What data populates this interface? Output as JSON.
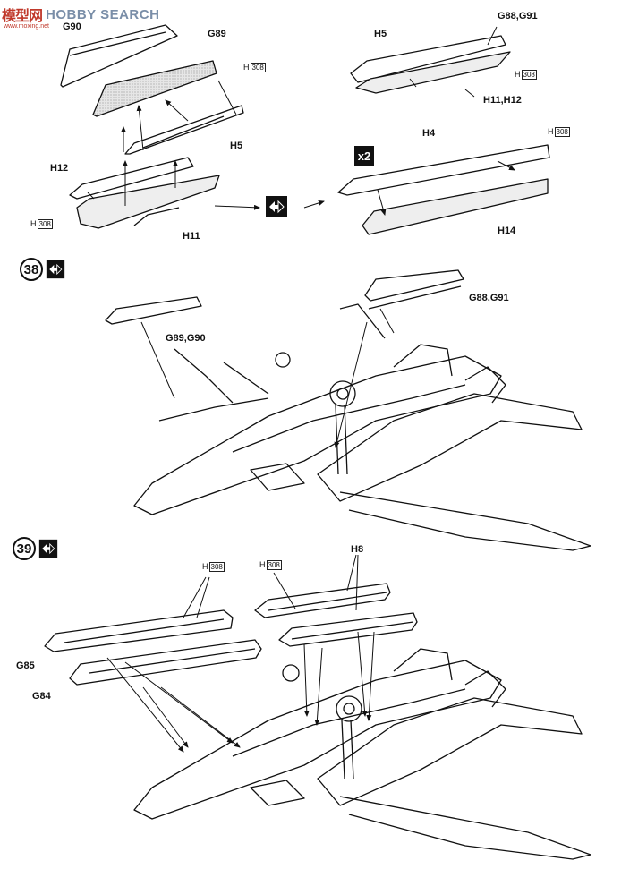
{
  "watermark": {
    "chinese": "模型网",
    "english": "HOBBY SEARCH",
    "url": "www.moxing.net"
  },
  "part_ref_number": "308",
  "upper_left": {
    "labels": {
      "g90": "G90",
      "g89": "G89",
      "h5": "H5",
      "h12": "H12",
      "h11": "H11",
      "h_ref_a": "H",
      "h_ref_b": "H"
    }
  },
  "upper_right": {
    "labels": {
      "h5": "H5",
      "g88_g91": "G88,G91",
      "h11_h12": "H11,H12",
      "h4": "H4",
      "h14": "H14",
      "h_ref_a": "H",
      "h_ref_b": "H"
    },
    "multiplier": "x2"
  },
  "step38": {
    "number": "38",
    "labels": {
      "g89_g90": "G89,G90",
      "g88_g91": "G88,G91"
    }
  },
  "step39": {
    "number": "39",
    "labels": {
      "h8": "H8",
      "g85": "G85",
      "g84": "G84",
      "h_ref_a": "H",
      "h_ref_b": "H"
    }
  }
}
